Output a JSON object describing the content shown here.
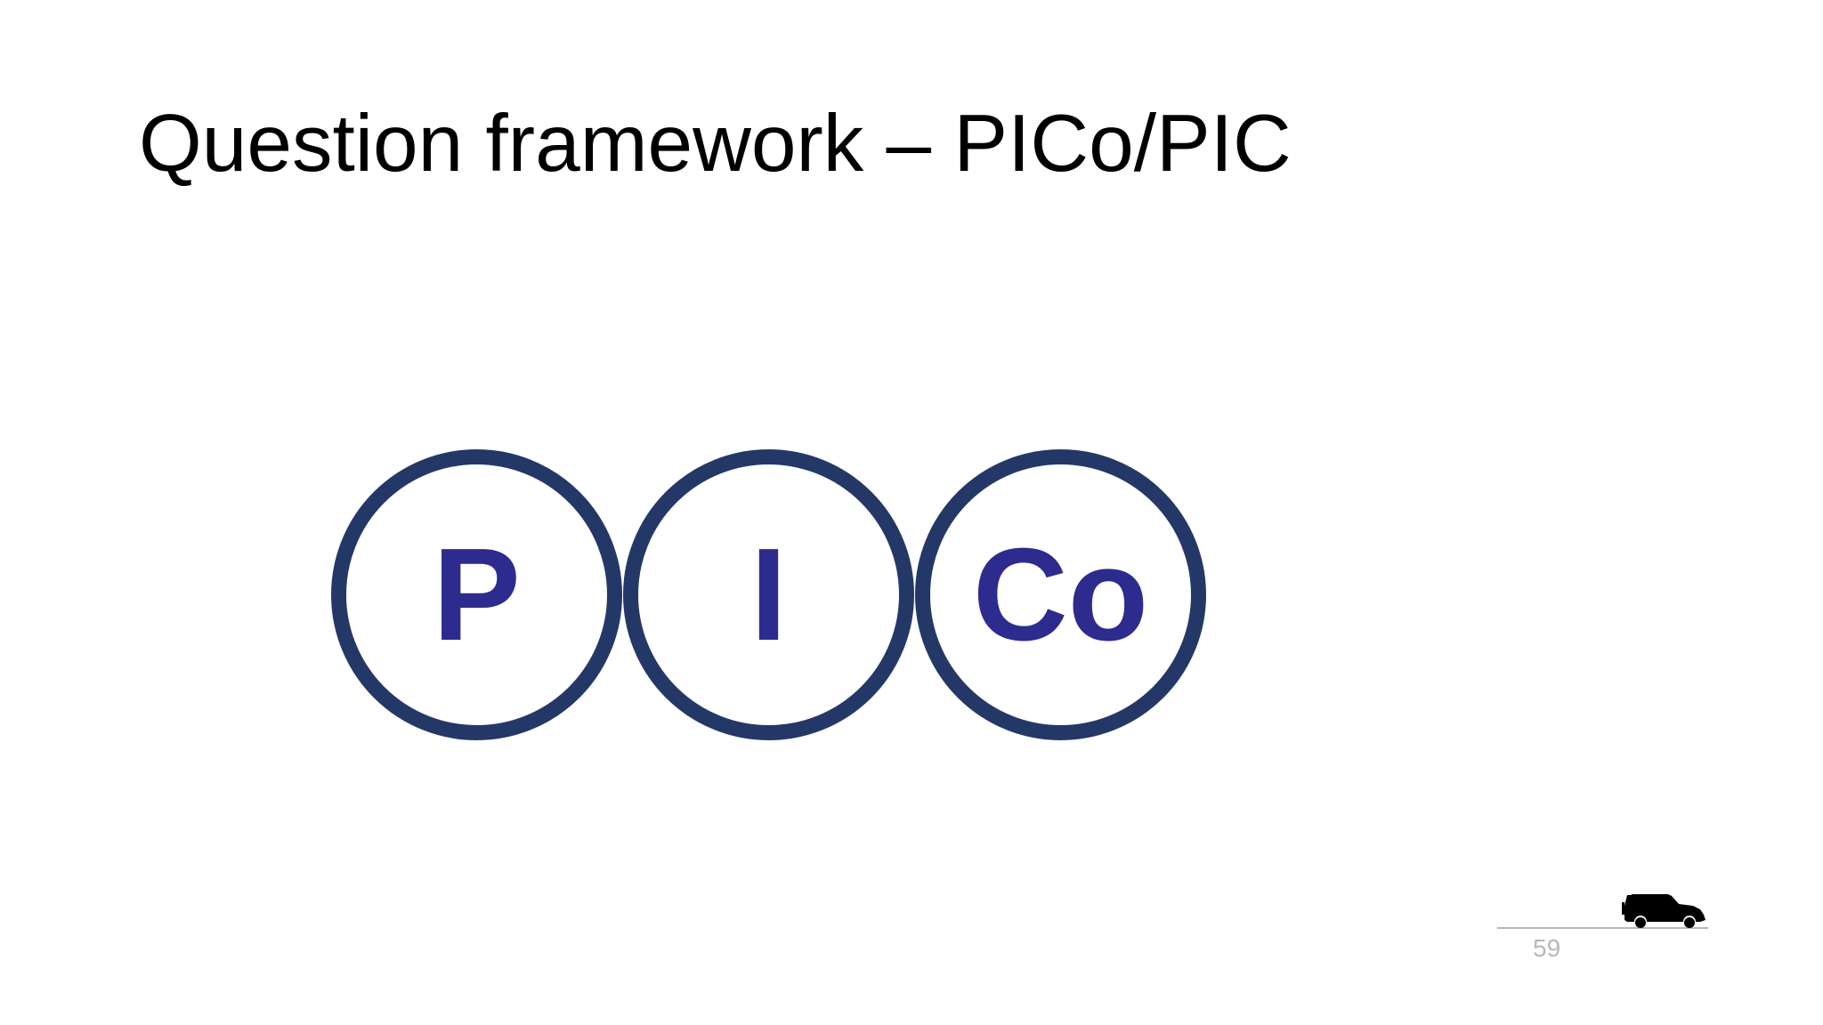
{
  "slide": {
    "title": "Question framework – PICo/PIC",
    "page_number": "59"
  },
  "circles": [
    {
      "letter": "P"
    },
    {
      "letter": "I"
    },
    {
      "letter": "Co"
    }
  ],
  "colors": {
    "circle_border": "#243868",
    "letter": "#2e2b8f",
    "footer": "#b8b8b8"
  },
  "icons": {
    "footer_logo": "car-silhouette-icon"
  }
}
